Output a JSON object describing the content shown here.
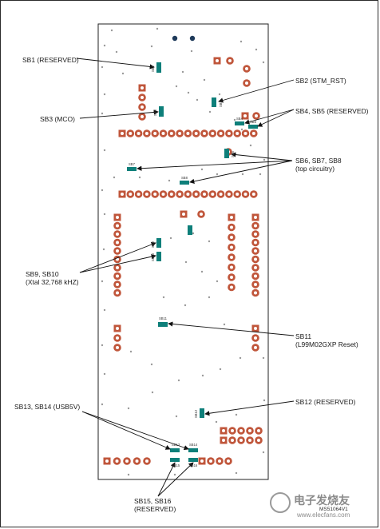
{
  "labels": {
    "sb1": "SB1 (RESERVED)",
    "sb2": "SB2 (STM_RST)",
    "sb3": "SB3 (MCO)",
    "sb45": "SB4, SB5 (RESERVED)",
    "sb678_l1": "SB6, SB7, SB8",
    "sb678_l2": "(top circuitry)",
    "sb910_l1": "SB9, SB10",
    "sb910_l2": "(Xtal 32,768 kHZ)",
    "sb11_l1": "SB11",
    "sb11_l2": "(L99M02GXP Reset)",
    "sb12": "SB12 (RESERVED)",
    "sb1314": "SB13, SB14 (USB5V)",
    "sb1516_l1": "SB15, SB16",
    "sb1516_l2": "(RESERVED)"
  },
  "silkscreen": [
    "SB1",
    "SB2",
    "SB3",
    "SB4",
    "SB5",
    "SB6",
    "SB7",
    "SB8",
    "SB9",
    "SB10",
    "SB11",
    "SB12",
    "SB13",
    "SB14",
    "SB15",
    "SB16"
  ],
  "figure_code": "MS51064V1",
  "watermark": {
    "cn": "电子发烧友",
    "url": "www.elecfans.com"
  },
  "colors": {
    "pad": "#c0563b",
    "bridge": "#0e7f7a",
    "board_outline": "#222222",
    "via": "#9a9a9a"
  }
}
